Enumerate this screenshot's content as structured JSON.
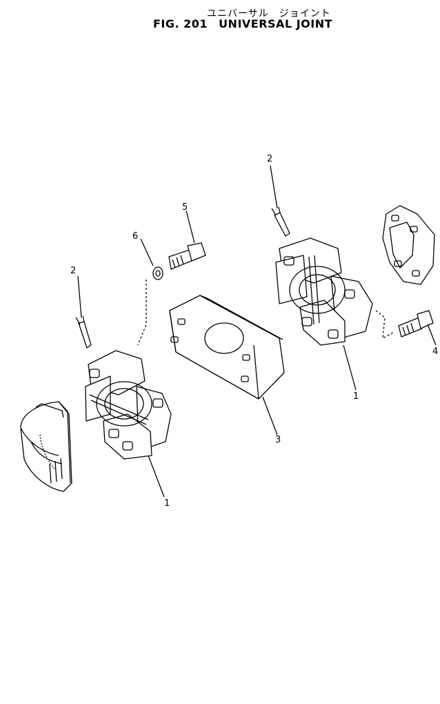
{
  "figure": {
    "title_jp": "ユニバーサル　ジョイント",
    "fig_label": "FIG. 201",
    "title_en": "UNIVERSAL  JOINT"
  },
  "callouts": {
    "c2_left": "2",
    "c6": "6",
    "c5": "5",
    "c2_right": "2",
    "c1_left": "1",
    "c3": "3",
    "c1_right": "1",
    "c4": "4"
  }
}
